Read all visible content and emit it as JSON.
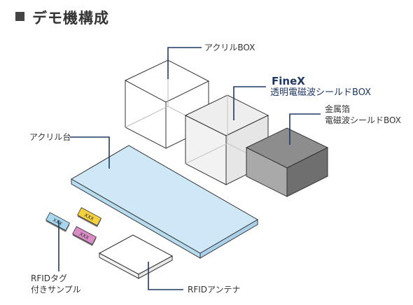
{
  "page": {
    "title": "デモ機構成"
  },
  "labels": {
    "acrylic_box": "アクリルBOX",
    "finex_brand": "FineX",
    "finex_product": "透明電磁波シールドBOX",
    "metal_box_line1": "金属箔",
    "metal_box_line2": "電磁波シールドBOX",
    "acrylic_stand": "アクリル台",
    "rfid_tag_line1": "RFIDタグ",
    "rfid_tag_line2": "付きサンプル",
    "rfid_antenna": "RFIDアンテナ"
  },
  "tags": [
    {
      "text": "XXX",
      "color": "#a8d8ef"
    },
    {
      "text": "XXX",
      "color": "#f3d03e"
    },
    {
      "text": "XXX",
      "color": "#d98cc6"
    }
  ],
  "colors": {
    "leader_line": "#1f3864",
    "acrylic_stand_fill": "#cfe8f7",
    "metal_box_fill": "#9a9a9a",
    "outline": "#333333"
  }
}
